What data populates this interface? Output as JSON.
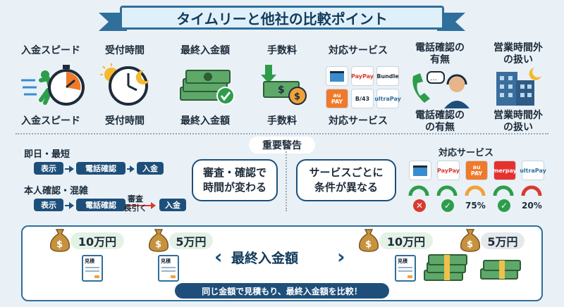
{
  "title": "タイムリーと他社の比較ポイント",
  "top_labels": [
    {
      "top": "入金スピード",
      "bottom": "入金スピード",
      "icon": "stopwatch-icon"
    },
    {
      "top": "受付時間",
      "bottom": "受付時間",
      "icon": "clock-icon"
    },
    {
      "top": "最終入金額",
      "bottom": "最終入金額",
      "icon": "money-stack-icon"
    },
    {
      "top": "手数料",
      "bottom": "手数料",
      "icon": "fee-icon"
    },
    {
      "top": "対応サービス",
      "bottom": "対応サービス",
      "icon": "payment-logos-icon"
    },
    {
      "top": "電話確認の\n有無",
      "bottom": "電話確認の\nの有無",
      "icon": "phone-operator-icon"
    },
    {
      "top": "営業時間外\nの扱い",
      "bottom": "営業時間外\nの扱い",
      "icon": "building-night-icon"
    }
  ],
  "warning": "重要警告",
  "flows": {
    "same_day": {
      "heading": "即日・最短",
      "steps": [
        "表示",
        "電話確認",
        "入金"
      ]
    },
    "identity": {
      "heading": "本人確認・混雑",
      "steps": [
        "表示",
        "電話確認",
        "審査\n長引く",
        "入金"
      ]
    }
  },
  "bubble_left": [
    "審査・確認で",
    "時間が変わる"
  ],
  "bubble_right": [
    "サービスごとに",
    "条件が異なる"
  ],
  "services": {
    "heading": "対応サービス",
    "logos": [
      "card",
      "PayPay",
      "au PAY",
      "merpay",
      "ultraPay"
    ],
    "results": [
      "✕",
      "✓",
      "75%",
      "✓",
      "20%"
    ]
  },
  "pay_logos_top": [
    "card",
    "PayPay",
    "Bundle",
    "au PAY",
    "B/43",
    "ultraPay"
  ],
  "bottom": {
    "amounts": [
      "10万円",
      "5万円",
      "10万円",
      "5万円"
    ],
    "doc_label": "見積",
    "final_label": "最終入金額",
    "caption": "同じ金額で見積もり、最終入金額を比較！"
  },
  "colors": {
    "navy": "#1e4f7a",
    "accent_red": "#d83a2e",
    "green": "#2e9d4b",
    "orange": "#f0a13a"
  }
}
